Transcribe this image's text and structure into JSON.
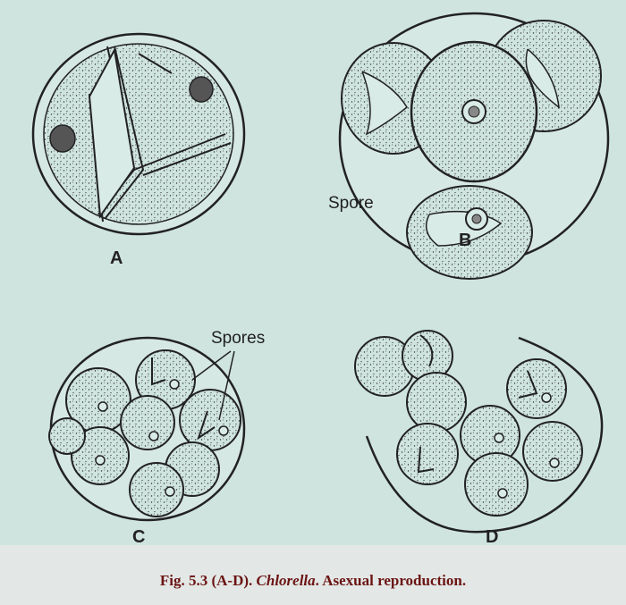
{
  "figure": {
    "panel_labels": {
      "a": "A",
      "b": "B",
      "c": "C",
      "d": "D"
    },
    "callouts": {
      "spore": "Spore",
      "spores": "Spores"
    }
  },
  "caption": {
    "fig_number": "Fig. 5.3 (A-D).",
    "genus": "Chlorella",
    "description": ". Asexual reproduction."
  },
  "colors": {
    "background": "#cfe4df",
    "outline": "#222222",
    "caption": "#6b1413"
  }
}
